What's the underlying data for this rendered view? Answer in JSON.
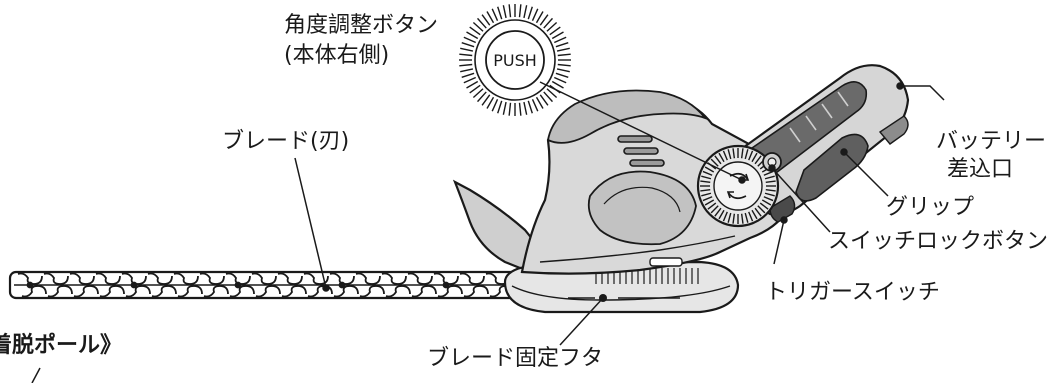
{
  "labels": {
    "angle_button_line1": "角度調整ボタン",
    "angle_button_line2": "(本体右側)",
    "push": "PUSH",
    "blade": "ブレード(刃)",
    "battery_line1": "バッテリー",
    "battery_line2": "差込口",
    "grip": "グリップ",
    "switch_lock": "スイッチロックボタン",
    "trigger": "トリガースイッチ",
    "blade_cover": "ブレード固定フタ",
    "pole_cut": "着脱ポール》"
  },
  "colors": {
    "body_fill": "#d9d9d9",
    "body_dark": "#8c8c8c",
    "grip_dark": "#5f5f5f",
    "outline": "#1a1a1a",
    "text": "#1a1a1a"
  },
  "icons": {
    "push_button": "push-button-icon",
    "rotate_arrows": "rotate-arrows-icon"
  }
}
